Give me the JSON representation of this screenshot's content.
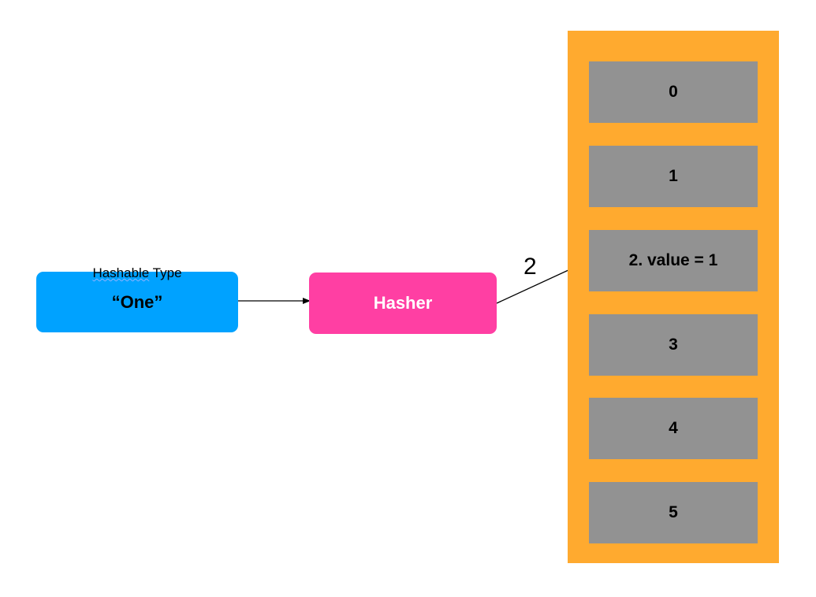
{
  "input": {
    "caption_prefix": "Hashable",
    "caption_suffix": " Type",
    "value": "“One”",
    "color": "#00a2ff"
  },
  "hasher": {
    "label": "Hasher",
    "color": "#ff3fa3"
  },
  "hash_output": {
    "label": "2"
  },
  "bucket_array": {
    "color": "#ffaa2f",
    "bucket_color": "#929292",
    "buckets": [
      {
        "label": "0"
      },
      {
        "label": "1"
      },
      {
        "label": "2. value = 1"
      },
      {
        "label": "3"
      },
      {
        "label": "4"
      },
      {
        "label": "5"
      }
    ]
  }
}
